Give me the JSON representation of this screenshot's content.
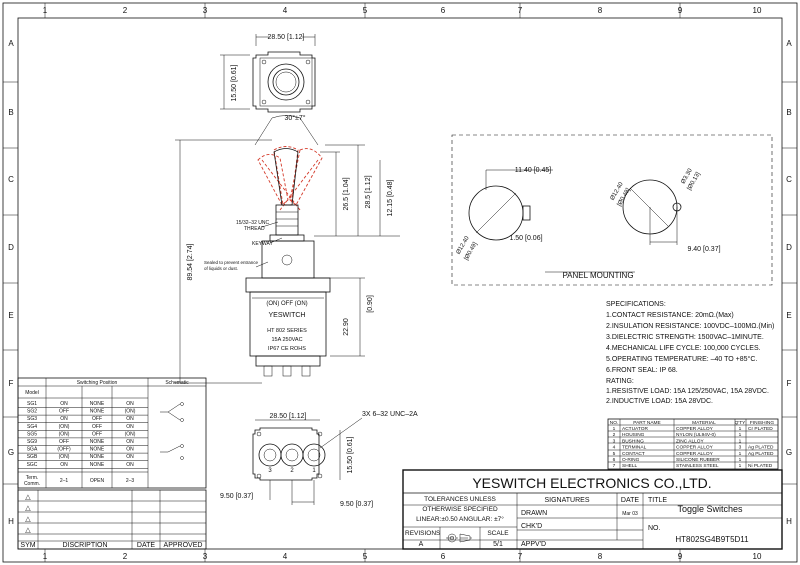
{
  "grid": {
    "columns": [
      "1",
      "2",
      "3",
      "4",
      "5",
      "6",
      "7",
      "8",
      "9",
      "10"
    ],
    "rows": [
      "A",
      "B",
      "C",
      "D",
      "E",
      "F",
      "G",
      "H"
    ]
  },
  "top_view": {
    "width_dim": "28.50 [1.12]",
    "height_dim": "15.50 [0.61]"
  },
  "side_view": {
    "angle": "30°±7°",
    "overall_height": "89.54 [2.74]",
    "dim_a": "26.5 [1.04]",
    "dim_b": "28.5 [1.12]",
    "dim_c": "12.15 [0.48]",
    "dim_d": "[0.90]",
    "dim_e": "22.90",
    "thread": [
      "15/32–32 UNC",
      "THREAD"
    ],
    "keyway": "KEYWAY",
    "sealed_note": [
      "Sealed to prevent entrance",
      "of liquids or dust."
    ],
    "body_label": [
      "(ON) OFF (ON)",
      "YESWITCH",
      "HT 802 SERIES",
      "15A    250VAC",
      "IP67  CE  ROHS"
    ]
  },
  "panel": {
    "title": "PANEL MOUNTING",
    "dim_width": "11.40 [0.45]",
    "dim_key": "1.50 [0.06]",
    "dim_dia": [
      "Ø12.40",
      "[Ø0.49]"
    ],
    "dim_dia2": [
      "Ø12.40",
      "[Ø0.49]"
    ],
    "dim_hole": [
      "Ø3.30",
      "[Ø0.13]"
    ],
    "dim_spacing": "9.40 [0.37]"
  },
  "specifications": {
    "title": "SPECIFICATIONS:",
    "lines": [
      "1.CONTACT RESISTANCE: 20mΩ.(Max)",
      "2.INSULATION RESISTANCE: 100VDC–100MΩ.(Min)",
      "3.DIELECTRIC STRENGTH: 1500VAC–1MINUTE.",
      "4.MECHANICAL LIFE CYCLE: 100,000 CYCLES.",
      "5.OPERATING TEMPERATURE: –40 TO +85°C.",
      "6.FRONT SEAL: IP 68."
    ]
  },
  "rating": {
    "title": "RATING:",
    "lines": [
      "1.RESISTIVE LOAD: 15A 125/250VAC, 15A 28VDC.",
      "2.INDUCTIVE LOAD: 15A 28VDC."
    ]
  },
  "bom": {
    "headers": [
      "NO.",
      "PART NAME",
      "MATERIAL",
      "Q'TY",
      "FINISHING"
    ],
    "rows": [
      [
        "1",
        "ACTUATOR",
        "COPPER ALLOY",
        "1",
        "Cr PLATED"
      ],
      [
        "2",
        "HOUSING",
        "NYLON (UL94V-0)",
        "1",
        ""
      ],
      [
        "3",
        "BUSHING",
        "ZINC ALLOY",
        "1",
        ""
      ],
      [
        "4",
        "TERMINAL",
        "COPPER ALLOY",
        "3",
        "Ag PLATED"
      ],
      [
        "5",
        "CONTACT",
        "COPPER ALLOY",
        "1",
        "Ag PLATED"
      ],
      [
        "6",
        "O-RING",
        "SILICONE RUBBER",
        "1",
        ""
      ],
      [
        "7",
        "SHELL",
        "STAINLESS STEEL",
        "1",
        "Ni PLATED"
      ]
    ]
  },
  "switching": {
    "title": "Switching Position",
    "schematic_title": "Schematic",
    "model_header": "Model",
    "rows": [
      [
        "SG1",
        "ON",
        "NONE",
        "ON"
      ],
      [
        "SG2",
        "OFF",
        "NONE",
        "(ON)"
      ],
      [
        "SG3",
        "ON",
        "OFF",
        "ON"
      ],
      [
        "SG4",
        "(ON)",
        "OFF",
        "ON"
      ],
      [
        "SG5",
        "(ON)",
        "OFF",
        "(ON)"
      ],
      [
        "SG9",
        "OFF",
        "NONE",
        "ON"
      ],
      [
        "SGA",
        "(OFF)",
        "NONE",
        "ON"
      ],
      [
        "SGB",
        "(ON)",
        "NONE",
        "ON"
      ],
      [
        "SGC",
        "ON",
        "NONE",
        "ON"
      ]
    ],
    "term_label": [
      "Term.",
      "Comm."
    ],
    "term_values": [
      "2–1",
      "OPEN",
      "2–3"
    ]
  },
  "bottom_view": {
    "width_dim": "28.50 [1.12]",
    "screw": "3X 6–32 UNC–2A",
    "height_dim": "15.50 [0.61]",
    "left_dim": "9.50 [0.37]",
    "right_dim": "9.50 [0.37]",
    "terminals": [
      "3",
      "2",
      "1"
    ]
  },
  "title_block": {
    "company": "YESWITCH ELECTRONICS CO.,LTD.",
    "tolerance": [
      "TOLERANCES UNLESS",
      "OTHERWISE SPECIFIED",
      "LINEAR:±0.50 ANGULAR: ±7°"
    ],
    "signatures": "SIGNATURES",
    "date": "DATE",
    "title_label": "TITLE",
    "title": "Toggle Switches",
    "drawn": "DRAWN",
    "drawn_date": "Mar 03",
    "chkd": "CHK'D",
    "apprd": "APPV'D",
    "revisions": "REVISIONS",
    "rev": "A",
    "scale_label": "SCALE",
    "scale": "5/1",
    "no_label": "NO.",
    "part_no": "HT802SG4B9T5D11"
  },
  "revision_block": {
    "headers": [
      "SYM",
      "DISCRIPTION",
      "DATE",
      "APPROVED"
    ]
  }
}
